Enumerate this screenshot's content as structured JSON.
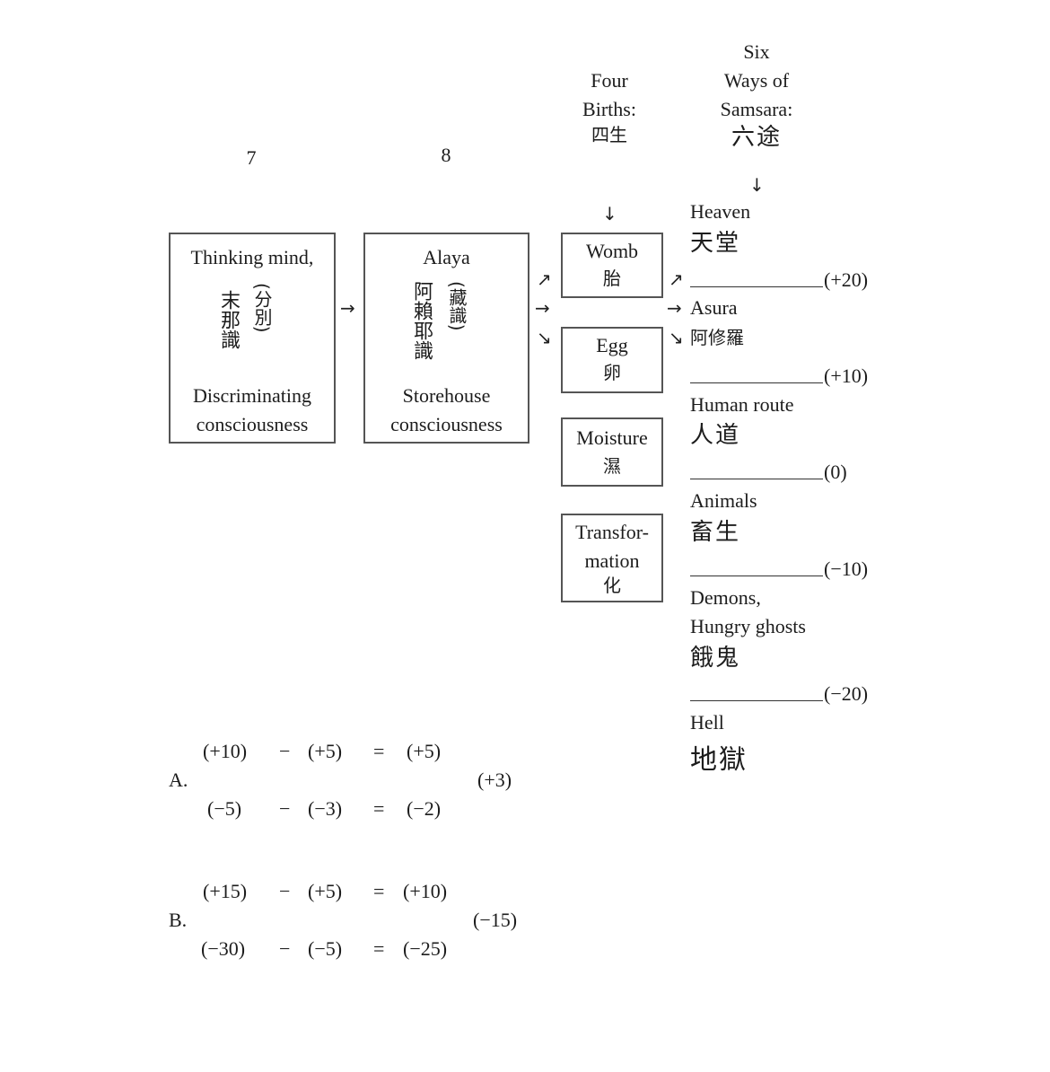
{
  "columns": {
    "seven": "7",
    "eight": "8",
    "four_births": {
      "line1": "Four",
      "line2": "Births:",
      "cjk": "四生"
    },
    "six_ways": {
      "line1": "Six",
      "line2": "Ways of",
      "line3": "Samsara:",
      "cjk": "六途"
    }
  },
  "box7": {
    "title": "Thinking mind,",
    "cjk_main": "末那識",
    "cjk_paren": "(分別)",
    "label1": "Discriminating",
    "label2": "consciousness"
  },
  "box8": {
    "title": "Alaya",
    "cjk_main": "阿賴耶識",
    "cjk_paren": "(藏識)",
    "label1": "Storehouse",
    "label2": "consciousness"
  },
  "births": [
    {
      "name": "Womb",
      "cjk": "胎"
    },
    {
      "name": "Egg",
      "cjk": "卵"
    },
    {
      "name": "Moisture",
      "cjk": "濕"
    },
    {
      "name_line1": "Transfor-",
      "name_line2": "mation",
      "cjk": "化"
    }
  ],
  "realms": [
    {
      "name": "Heaven",
      "cjk": "天堂",
      "value": "(+20)"
    },
    {
      "name": "Asura",
      "cjk": "阿修羅",
      "value": "(+10)"
    },
    {
      "name": "Human route",
      "cjk": "人道",
      "value": "(0)"
    },
    {
      "name": "Animals",
      "cjk": "畜生",
      "value": "(−10)"
    },
    {
      "name_line1": "Demons,",
      "name_line2": "Hungry ghosts",
      "cjk": "餓鬼",
      "value": "(−20)"
    },
    {
      "name": "Hell",
      "cjk": "地獄"
    }
  ],
  "equations": {
    "A": {
      "label": "A.",
      "row1": [
        "(+10)",
        "−",
        "(+5)",
        "=",
        "(+5)"
      ],
      "row2": [
        "(−5)",
        "−",
        "(−3)",
        "=",
        "(−2)"
      ],
      "result": "(+3)"
    },
    "B": {
      "label": "B.",
      "row1": [
        "(+15)",
        "−",
        "(+5)",
        "=",
        "(+10)"
      ],
      "row2": [
        "(−30)",
        "−",
        "(−5)",
        "=",
        "(−25)"
      ],
      "result": "(−15)"
    }
  },
  "arrows": {
    "right": "→",
    "down": "↓",
    "up_right": "↗",
    "down_right": "↘"
  }
}
